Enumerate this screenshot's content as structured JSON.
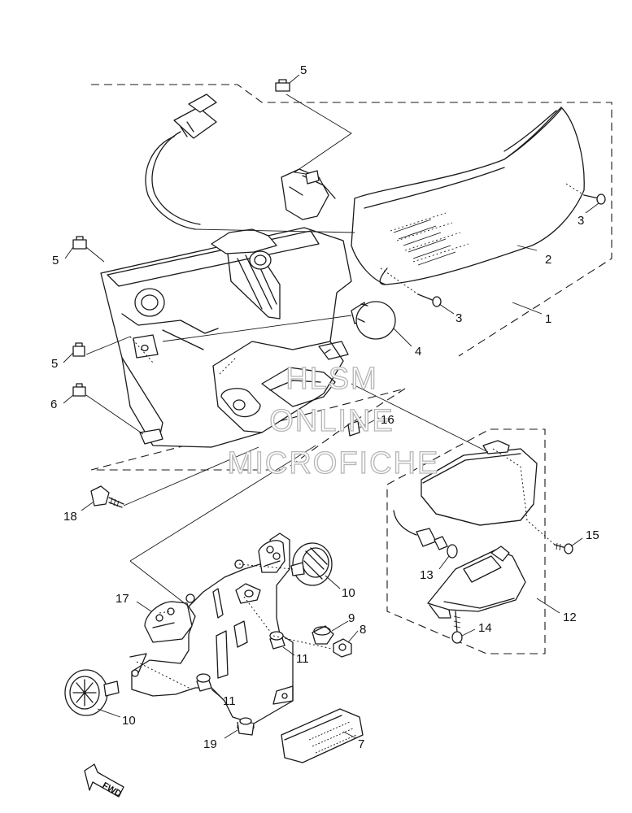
{
  "watermark": {
    "line1": "HLSM",
    "line2": "ONLINE",
    "line3": "MICROFICHE"
  },
  "direction_label": "FWD",
  "callouts": [
    {
      "id": "c-1",
      "label": "1"
    },
    {
      "id": "c-2",
      "label": "2"
    },
    {
      "id": "c-3a",
      "label": "3"
    },
    {
      "id": "c-3b",
      "label": "3"
    },
    {
      "id": "c-4",
      "label": "4"
    },
    {
      "id": "c-5a",
      "label": "5"
    },
    {
      "id": "c-5b",
      "label": "5"
    },
    {
      "id": "c-5c",
      "label": "5"
    },
    {
      "id": "c-6",
      "label": "6"
    },
    {
      "id": "c-7",
      "label": "7"
    },
    {
      "id": "c-8",
      "label": "8"
    },
    {
      "id": "c-9",
      "label": "9"
    },
    {
      "id": "c-10a",
      "label": "10"
    },
    {
      "id": "c-10b",
      "label": "10"
    },
    {
      "id": "c-11a",
      "label": "11"
    },
    {
      "id": "c-11b",
      "label": "11"
    },
    {
      "id": "c-12",
      "label": "12"
    },
    {
      "id": "c-13",
      "label": "13"
    },
    {
      "id": "c-14",
      "label": "14"
    },
    {
      "id": "c-15",
      "label": "15"
    },
    {
      "id": "c-16",
      "label": "16"
    },
    {
      "id": "c-17",
      "label": "17"
    },
    {
      "id": "c-18",
      "label": "18"
    },
    {
      "id": "c-19",
      "label": "19"
    }
  ]
}
